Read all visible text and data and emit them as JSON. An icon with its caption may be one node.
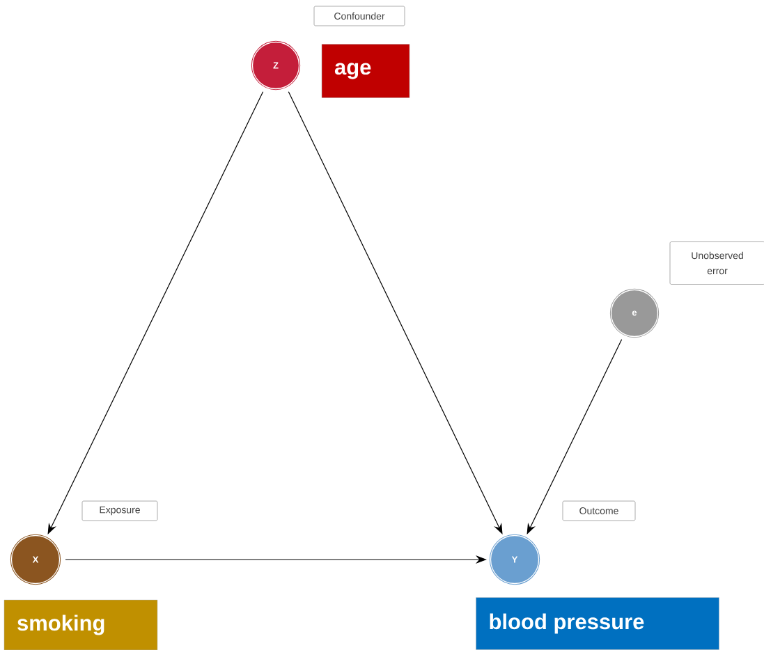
{
  "diagram": {
    "nodes": [
      {
        "text": [
          "Confounder"
        ]
      },
      {
        "text": [
          "Z"
        ]
      },
      {
        "text": [
          "age"
        ]
      },
      {
        "text": [
          "Unobserved error"
        ]
      },
      {
        "text": [
          "e"
        ]
      },
      {
        "text": [
          "Exposure"
        ]
      },
      {
        "text": [
          "Outcome"
        ]
      },
      {
        "text": [
          "X"
        ]
      },
      {
        "text": [
          "Y"
        ]
      },
      {
        "text": [
          "smoking"
        ]
      },
      {
        "text": [
          "blood pressure"
        ]
      }
    ],
    "edges": [
      {
        "from": 1,
        "to": 7,
        "arrow": "to"
      },
      {
        "from": 1,
        "to": 8,
        "arrow": "to"
      },
      {
        "from": 4,
        "to": 8,
        "arrow": "to"
      },
      {
        "from": 7,
        "to": 8,
        "arrow": "to"
      }
    ]
  }
}
